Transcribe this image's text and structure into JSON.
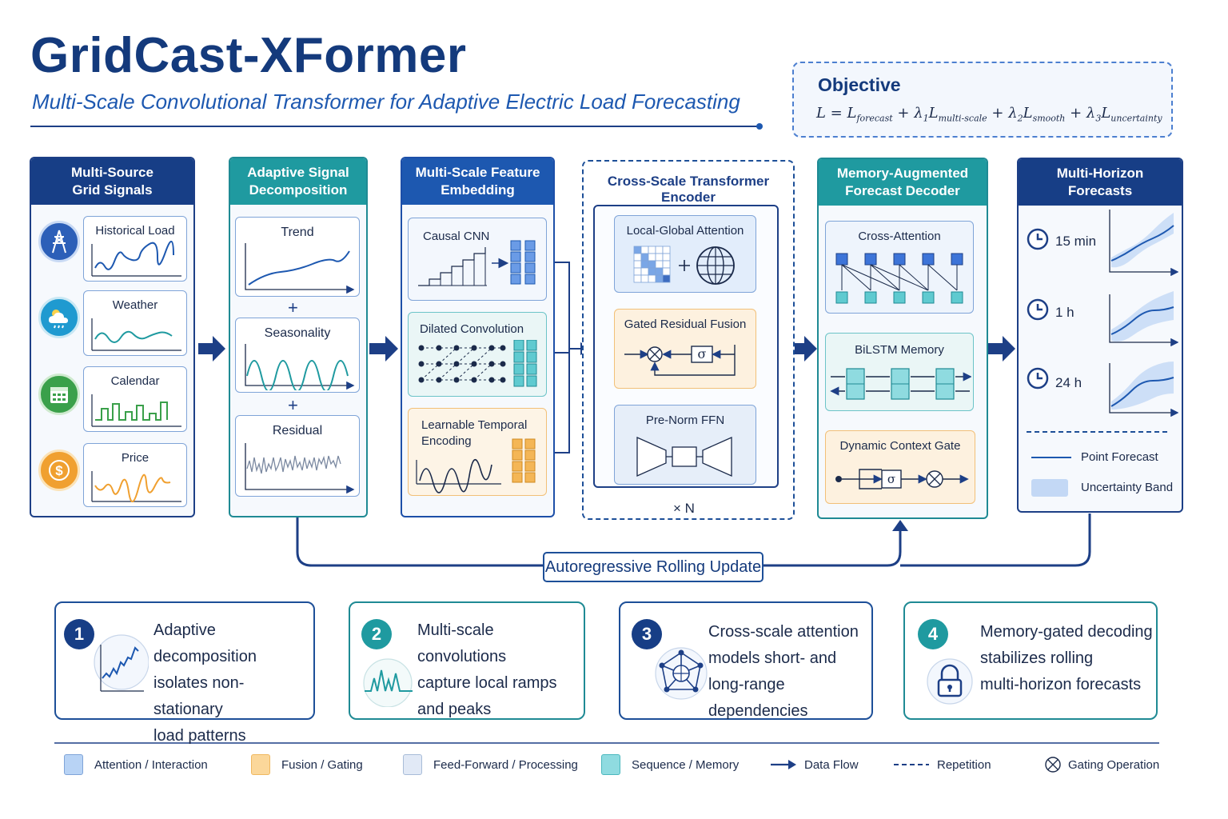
{
  "header": {
    "title": "GridCast-XFormer",
    "subtitle": "Multi-Scale Convolutional Transformer for Adaptive Electric Load Forecasting"
  },
  "objective": {
    "title": "Objective"
  },
  "modules": {
    "signals": {
      "title_line1": "Multi-Source",
      "title_line2": "Grid Signals",
      "items": [
        {
          "label": "Historical Load",
          "icon": "transmission-tower-icon"
        },
        {
          "label": "Weather",
          "icon": "weather-cloud-icon"
        },
        {
          "label": "Calendar",
          "icon": "calendar-icon"
        },
        {
          "label": "Price",
          "icon": "dollar-coin-icon"
        }
      ]
    },
    "decomposition": {
      "title_line1": "Adaptive Signal",
      "title_line2": "Decomposition",
      "components": [
        "Trend",
        "Seasonality",
        "Residual"
      ],
      "plus": "+"
    },
    "embedding": {
      "title_line1": "Multi-Scale Feature",
      "title_line2": "Embedding",
      "blocks": [
        "Causal CNN",
        "Dilated Convolution",
        "Learnable Temporal",
        "Encoding"
      ]
    },
    "encoder": {
      "title": "Cross-Scale Transformer Encoder",
      "blocks": [
        "Local-Global Attention",
        "Gated Residual Fusion",
        "Pre-Norm FFN"
      ],
      "sigma": "σ",
      "repeat": "× N"
    },
    "decoder": {
      "title_line1": "Memory-Augmented",
      "title_line2": "Forecast Decoder",
      "blocks": [
        "Cross-Attention",
        "BiLSTM Memory",
        "Dynamic Context Gate"
      ],
      "sigma": "σ"
    },
    "forecasts": {
      "title_line1": "Multi-Horizon",
      "title_line2": "Forecasts",
      "horizons": [
        "15 min",
        "1 h",
        "24 h"
      ],
      "legend_point": "Point Forecast",
      "legend_band": "Uncertainty Band"
    }
  },
  "rolling_update": "Autoregressive Rolling Update",
  "takeaways": [
    {
      "number": "1",
      "lines": [
        "Adaptive decomposition",
        "isolates non-stationary",
        "load patterns"
      ]
    },
    {
      "number": "2",
      "lines": [
        "Multi-scale convolutions",
        "capture local ramps",
        "and peaks"
      ]
    },
    {
      "number": "3",
      "lines": [
        "Cross-scale attention",
        "models short- and",
        "long-range dependencies"
      ]
    },
    {
      "number": "4",
      "lines": [
        "Memory-gated decoding",
        "stabilizes rolling",
        "multi-horizon forecasts"
      ]
    }
  ],
  "legend": [
    {
      "label": "Attention / Interaction",
      "color": "#b8d3f5"
    },
    {
      "label": "Fusion / Gating",
      "color": "#fbd79a"
    },
    {
      "label": "Feed-Forward / Processing",
      "color": "#e1e9f6"
    },
    {
      "label": "Sequence / Memory",
      "color": "#8fdbe0"
    },
    {
      "label": "Data Flow"
    },
    {
      "label": "Repetition"
    },
    {
      "label": "Gating Operation"
    }
  ],
  "colors": {
    "navy": "#1d3f86",
    "teal": "#1f9aa0",
    "blue": "#1d58b0",
    "orange": "#f0a030"
  }
}
